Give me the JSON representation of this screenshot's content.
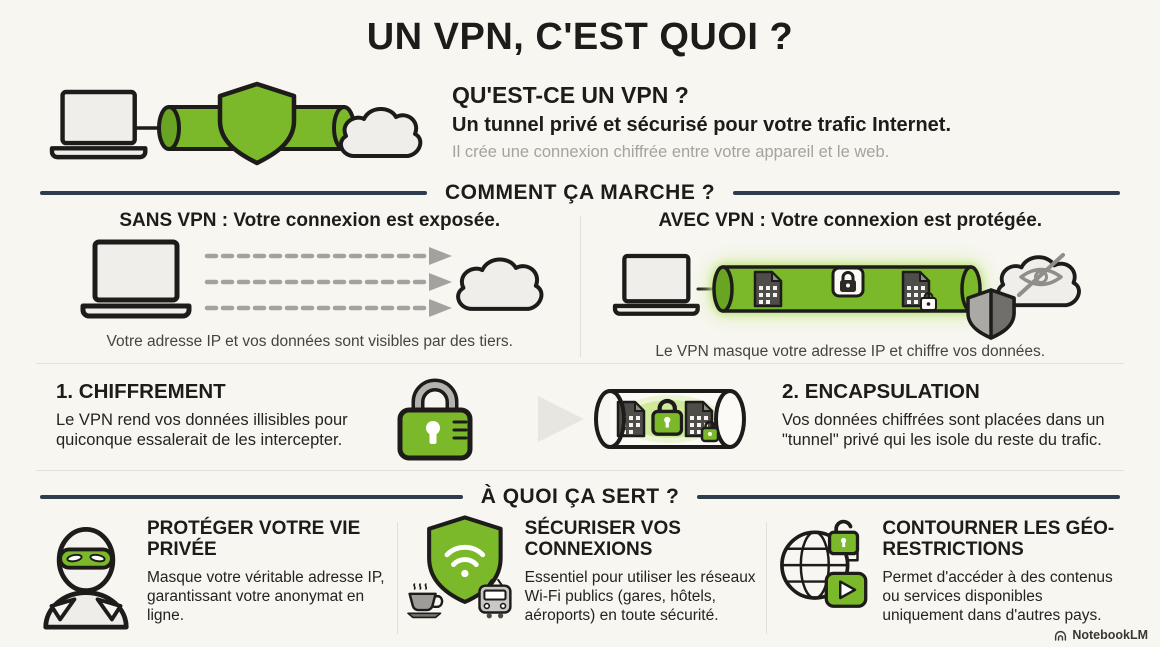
{
  "title": "UN VPN, C'EST QUOI ?",
  "intro": {
    "heading": "QU'EST-CE UN VPN ?",
    "subheading": "Un tunnel privé et sécurisé pour votre trafic Internet.",
    "description": "Il crée une connexion chiffrée entre votre appareil et le web.",
    "illustration": "laptop-tunnel-shield-cloud"
  },
  "how_it_works": {
    "section_title": "COMMENT ÇA MARCHE ?",
    "without_vpn": {
      "heading": "SANS VPN : Votre connexion est exposée.",
      "caption": "Votre adresse IP et vos données sont visibles par des tiers.",
      "illustration": "laptop-dashed-arrows-cloud"
    },
    "with_vpn": {
      "heading": "AVEC VPN : Votre connexion est protégée.",
      "caption": "Le VPN masque votre adresse IP et chiffre vos données.",
      "illustration": "laptop-green-tunnel-shield-hidden-eye-cloud"
    }
  },
  "steps": [
    {
      "number_title": "1. CHIFFREMENT",
      "text": "Le VPN rend vos données illisibles pour quiconque essalerait de les intercepter."
    },
    {
      "number_title": "2. ENCAPSULATION",
      "text": "Vos données chiffrées sont placées dans un \"tunnel\" privé qui les isole du reste du trafic."
    }
  ],
  "steps_illustration": "padlock-arrow-encapsulation-tunnel",
  "purpose": {
    "section_title": "À QUOI ÇA SERT ?",
    "items": [
      {
        "icon": "incognito-mask-icon",
        "heading": "PROTÉGER VOTRE VIE PRIVÉE",
        "text": "Masque votre véritable adresse IP, garantissant votre anonymat en ligne."
      },
      {
        "icon": "wifi-shield-icon",
        "heading": "SÉCURISER VOS CONNEXIONS",
        "text": "Essentiel pour utiliser les réseaux Wi-Fi publics (gares, hôtels, aéroports) en toute sécurité."
      },
      {
        "icon": "globe-unlock-icon",
        "heading": "CONTOURNER LES GÉO-RESTRICTIONS",
        "text": "Permet d'accéder à des contenus ou services disponibles uniquement dans d'autres pays."
      }
    ]
  },
  "watermark": {
    "label": "NotebookLM",
    "icon": "notebooklm-logo-icon"
  },
  "colors": {
    "accent_green": "#7cb92a",
    "accent_green_dark": "#69a423",
    "ink": "#1d1c1a",
    "slate_line": "#2e3c4e",
    "background": "#f7f6f1",
    "muted_text": "#a4a39e",
    "light_divider": "#e2e0d9"
  }
}
